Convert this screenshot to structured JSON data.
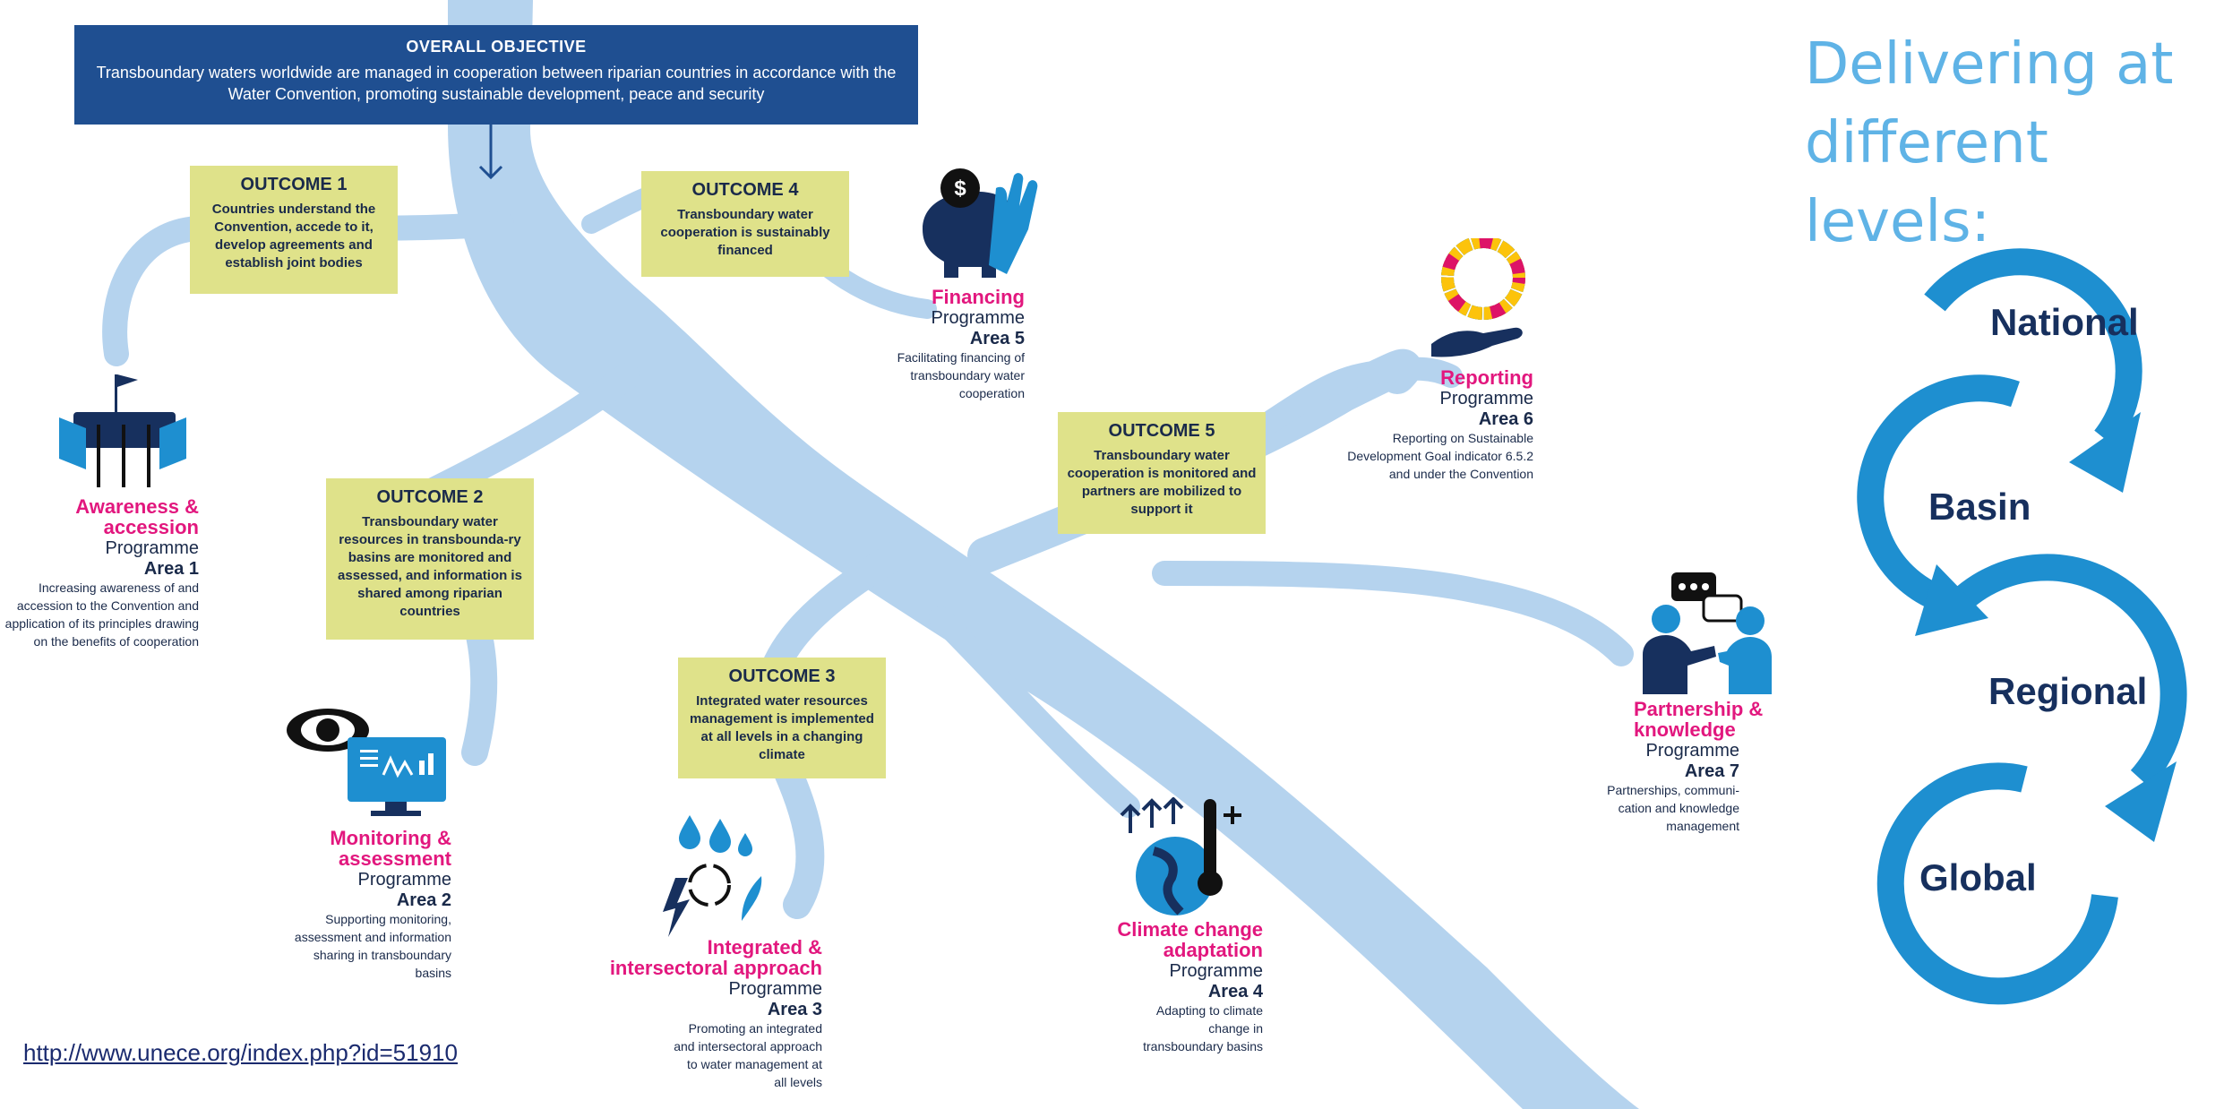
{
  "objective": {
    "title": "OVERALL OBJECTIVE",
    "text": "Transboundary waters worldwide are managed in cooperation between riparian countries in accordance with the Water Convention, promoting sustainable development, peace and security"
  },
  "outcomes": [
    {
      "title": "OUTCOME 1",
      "text": "Countries understand the Convention, accede to it, develop agreements and establish joint bodies"
    },
    {
      "title": "OUTCOME 2",
      "text": "Transboundary water resources in transbounda-ry basins are monitored and assessed, and information is shared among riparian countries"
    },
    {
      "title": "OUTCOME 3",
      "text": "Integrated water resources management is implemented at all levels in a changing climate"
    },
    {
      "title": "OUTCOME 4",
      "text": "Transboundary water cooperation is sustainably financed"
    },
    {
      "title": "OUTCOME 5",
      "text": "Transboundary water cooperation is monitored and partners are mobilized to support it"
    }
  ],
  "areas": [
    {
      "name": "Awareness & accession",
      "programme": "Programme",
      "area": "Area 1",
      "desc": "Increasing awareness of and accession to the Convention and application of its principles drawing on the benefits of cooperation"
    },
    {
      "name": "Monitoring & assessment",
      "programme": "Programme",
      "area": "Area 2",
      "desc": "Supporting monitoring, assessment and information sharing in transboundary basins"
    },
    {
      "name": "Integrated & intersectoral approach",
      "programme": "Programme",
      "area": "Area 3",
      "desc": "Promoting an integrated and intersectoral approach to water management at all levels"
    },
    {
      "name": "Climate change adaptation",
      "programme": "Programme",
      "area": "Area 4",
      "desc": "Adapting to climate change in transboundary basins"
    },
    {
      "name": "Financing",
      "programme": "Programme",
      "area": "Area 5",
      "desc": "Facilitating financing of transboundary water cooperation"
    },
    {
      "name": "Reporting",
      "programme": "Programme",
      "area": "Area 6",
      "desc": "Reporting on Sustainable Development Goal indicator 6.5.2 and under the Convention"
    },
    {
      "name": "Partnership & knowledge",
      "programme": "Programme",
      "area": "Area 7",
      "desc": "Partnerships, communi-cation and knowledge management"
    }
  ],
  "delivering": {
    "title": "Delivering at different levels:",
    "levels": [
      "National",
      "Basin",
      "Regional",
      "Global"
    ]
  },
  "link": "http://www.unece.org/index.php?id=51910",
  "colors": {
    "river": "#b5d3ee",
    "objective": "#1f4f91",
    "outcome_box": "#dfe28a",
    "area_name": "#e2177e",
    "level_ring": "#1e8fd0",
    "deliver_title": "#5fb3e6"
  }
}
